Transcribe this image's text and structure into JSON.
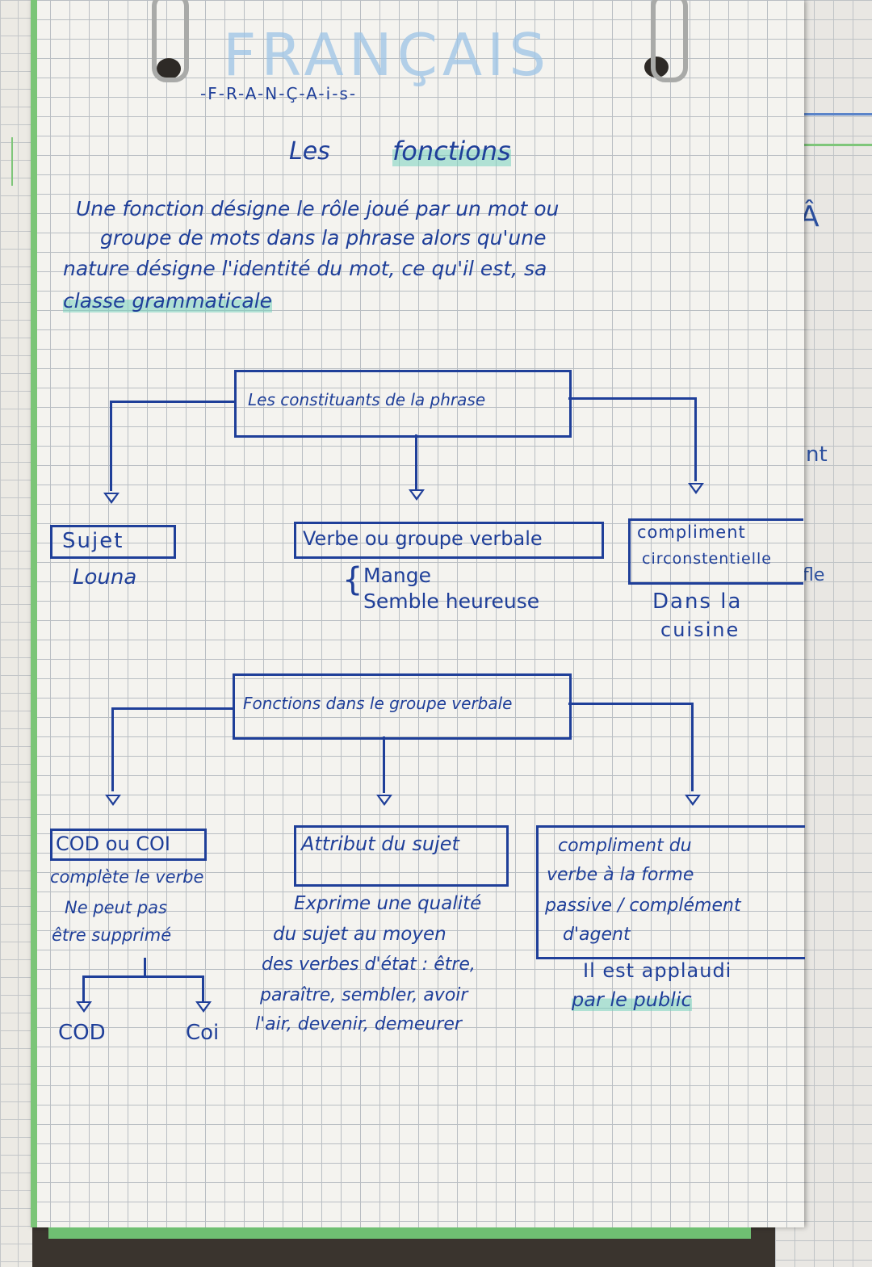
{
  "header": {
    "big_title": "FRANÇAIS",
    "small_title": "-F-R-A-N-Ç-A-i-s-",
    "subtitle_les": "Les",
    "subtitle_fonctions": "fonctions"
  },
  "intro": {
    "line1": "Une fonction désigne le rôle joué par un mot ou",
    "line2": "groupe de mots dans la phrase alors qu'une",
    "line3": "nature désigne l'identité du mot, ce qu'il est, sa",
    "line4": "classe grammaticale"
  },
  "diagram1": {
    "root": "Les constituants de la phrase",
    "left_box": "Sujet",
    "left_example": "Louna",
    "center_box": "Verbe ou groupe verbale",
    "center_example1": "Mange",
    "center_example2": "Semble heureuse",
    "right_box_line1": "compliment",
    "right_box_line2": "circonstentielle",
    "right_example1": "Dans la",
    "right_example2": "cuisine"
  },
  "diagram2": {
    "root": "Fonctions dans le groupe verbale",
    "left_box": "COD ou COI",
    "left_text1": "complète le verbe",
    "left_text2": "Ne peut pas",
    "left_text3": "être supprimé",
    "left_sub_cod": "COD",
    "left_sub_coi": "Coi",
    "center_box": "Attribut du sujet",
    "center_text1": "Exprime une qualité",
    "center_text2": "du sujet au moyen",
    "center_text3": "des verbes d'état : être,",
    "center_text4": "paraître, sembler, avoir",
    "center_text5": "l'air, devenir, demeurer",
    "right_box_line1": "compliment du",
    "right_box_line2": "verbe à la forme",
    "right_box_line3": "passive / complément",
    "right_box_line4": "d'agent",
    "right_example1": "Il est applaudi",
    "right_example2": "par le public"
  },
  "side_sheet": {
    "letter": "Â",
    "fragment": "nt",
    "fragment2": "fle"
  },
  "colors": {
    "ink": "#1f3f99",
    "highlight": "#78d2be",
    "margin_green": "#7bc577",
    "title_ghost": "#9cc3e6"
  }
}
